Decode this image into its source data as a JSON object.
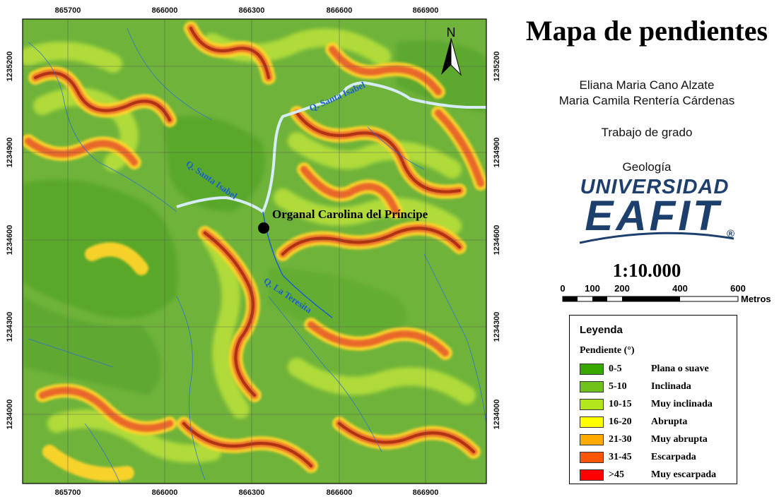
{
  "title": "Mapa de pendientes",
  "authors": [
    "Eliana Maria Cano Alzate",
    "Maria Camila Rentería Cárdenas"
  ],
  "work_label": "Trabajo de grado",
  "department": "Geología",
  "logo": {
    "line1": "UNIVERSIDAD",
    "line2": "EAFIT",
    "mark": "®",
    "color": "#1c3f6e"
  },
  "scale": {
    "ratio": "1:10.000",
    "ticks": [
      "0",
      "100",
      "200",
      "400",
      "600"
    ],
    "unit": "Metros"
  },
  "map": {
    "north_label": "N",
    "x_ticks": [
      "865700",
      "866000",
      "866300",
      "866600",
      "866900"
    ],
    "y_ticks": [
      "1235200",
      "1234900",
      "1234600",
      "1234300",
      "1234000"
    ],
    "point_label": "Organal Carolina del Príncipe",
    "streams": [
      "Q. Santa Isabel",
      "Q. Santa Isabel",
      "Q. La Teresita"
    ],
    "stream_color": "#1a5fd0",
    "river_color": "#d6ecf8"
  },
  "legend": {
    "title": "Leyenda",
    "subtitle": "Pendiente (°)",
    "items": [
      {
        "range": "0-5",
        "label": "Plana o suave",
        "color": "#38a800"
      },
      {
        "range": "5-10",
        "label": "Inclinada",
        "color": "#70c21a"
      },
      {
        "range": "10-15",
        "label": "Muy inclinada",
        "color": "#b4e61e"
      },
      {
        "range": "16-20",
        "label": "Abrupta",
        "color": "#ffff00"
      },
      {
        "range": "21-30",
        "label": "Muy abrupta",
        "color": "#ffaa00"
      },
      {
        "range": "31-45",
        "label": "Escarpada",
        "color": "#ff5500"
      },
      {
        "range": ">45",
        "label": "Muy escarpada",
        "color": "#ff0000"
      }
    ]
  }
}
